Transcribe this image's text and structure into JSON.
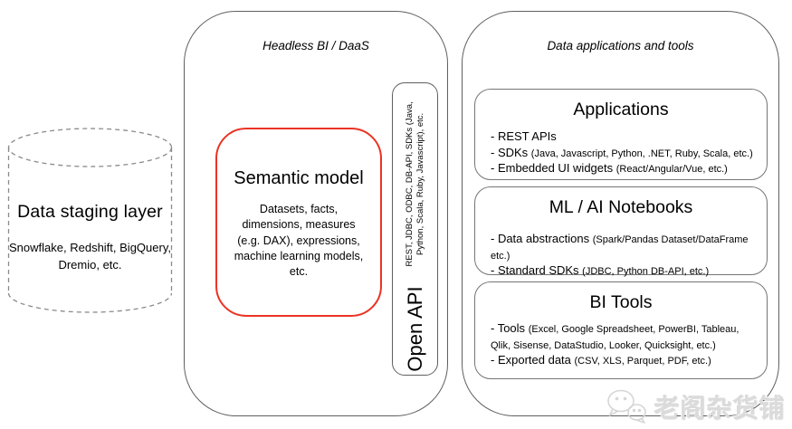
{
  "staging": {
    "title": "Data staging layer",
    "subtitle": "Snowflake, Redshift, BigQuery, Dremio, etc."
  },
  "headless": {
    "title": "Headless BI / DaaS",
    "semantic_model": {
      "title": "Semantic model",
      "body": "Datasets, facts, dimensions, measures (e.g. DAX), expressions, machine learning models, etc."
    },
    "open_api": {
      "title": "Open API",
      "subtitle": "REST, JDBC, ODBC, DB-API, SDKs (Java, Python, Scala, Ruby, Javascript), etc."
    }
  },
  "apps": {
    "title": "Data applications and tools",
    "boxes": [
      {
        "title": "Applications",
        "items": [
          {
            "label": "- REST APIs",
            "detail": ""
          },
          {
            "label": "- SDKs",
            "detail": "(Java, Javascript, Python, .NET, Ruby, Scala, etc.)"
          },
          {
            "label": "- Embedded UI widgets",
            "detail": "(React/Angular/Vue, etc.)"
          }
        ]
      },
      {
        "title": "ML / AI Notebooks",
        "items": [
          {
            "label": "- Data abstractions",
            "detail": "(Spark/Pandas Dataset/DataFrame etc.)"
          },
          {
            "label": "- Standard SDKs",
            "detail": "(JDBC, Python DB-API, etc.)"
          }
        ]
      },
      {
        "title": "BI Tools",
        "items": [
          {
            "label": "- Tools",
            "detail": "(Excel, Google Spreadsheet, PowerBI, Tableau, Qlik, Sisense, DataStudio, Looker, Quicksight, etc.)"
          },
          {
            "label": "- Exported data",
            "detail": "(CSV, XLS, Parquet, PDF, etc.)"
          }
        ]
      }
    ]
  },
  "watermark": {
    "text": "老阁杂货铺",
    "icon": "wechat-chat-bubbles-icon"
  },
  "colors": {
    "accent_red": "#ea3323",
    "border_gray": "#5f5f5f",
    "watermark_gray": "#dbdbdb"
  }
}
